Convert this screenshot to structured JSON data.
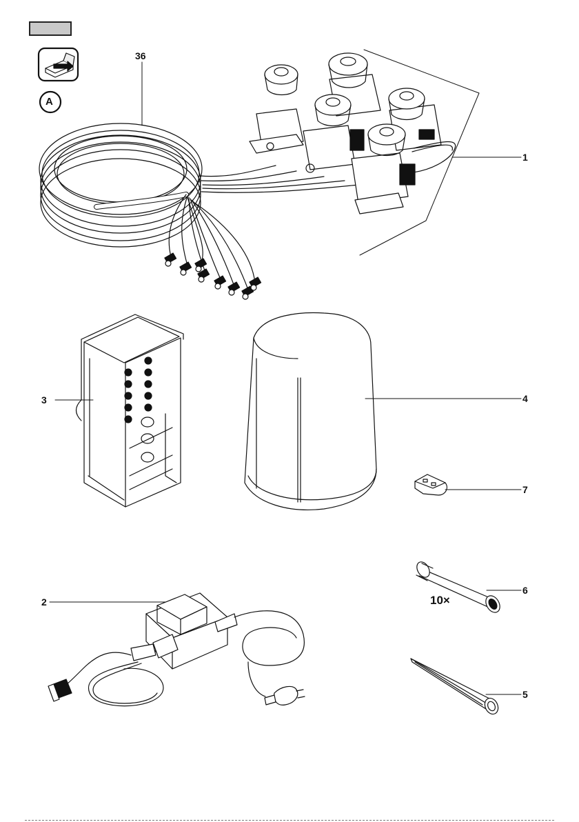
{
  "callouts": {
    "c36": "36",
    "c1": "1",
    "c3": "3",
    "c4": "4",
    "c7": "7",
    "c2": "2",
    "c6": "6",
    "c5": "5"
  },
  "figure_letter": "A",
  "quantity_note": "10×",
  "icons": {
    "instruction": "open-box-icon"
  },
  "colors": {
    "ink": "#111111",
    "tab_fill": "#c9c9c9"
  }
}
